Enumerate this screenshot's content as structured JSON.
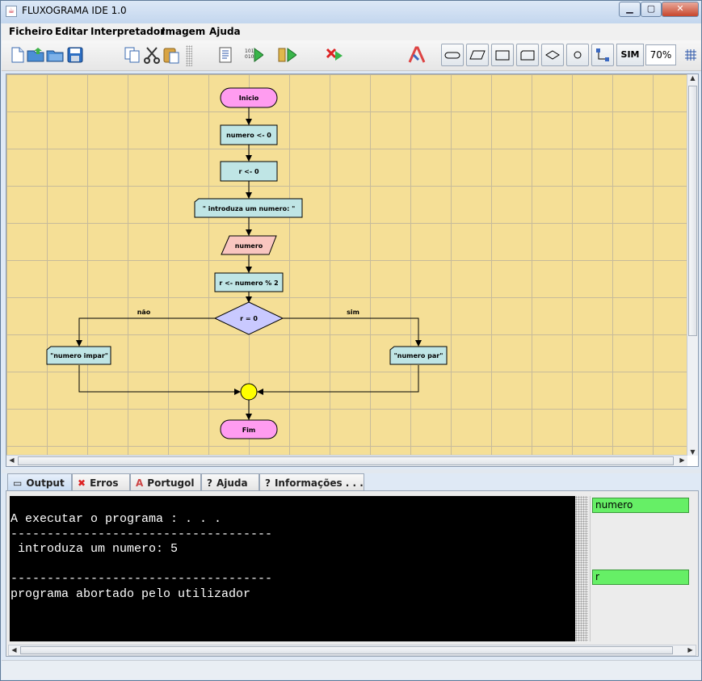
{
  "window": {
    "title": "FLUXOGRAMA IDE 1.0",
    "minimize": "▁",
    "maximize": "▢",
    "close": "✕"
  },
  "menu": [
    "Ficheiro",
    "Editar",
    "Interpretador",
    "Imagem",
    "Ajuda"
  ],
  "toolbar": {
    "sim_label": "SIM",
    "zoom": "70%"
  },
  "flowchart": {
    "start": "Inicio",
    "step1": "numero <- 0",
    "step2": "r <- 0",
    "output1": "\" introduza um numero: \"",
    "input1": "numero",
    "step3": "r <- numero % 2",
    "decision": "r = 0",
    "branch_no": "não",
    "branch_yes": "sim",
    "out_odd": "\"numero impar\"",
    "out_even": "\"numero par\"",
    "end": "Fim"
  },
  "tabs": [
    "Output",
    "Erros",
    "Portugol",
    "Ajuda",
    "Informações . . ."
  ],
  "console": {
    "line1": "A executar o programa : . . .",
    "sep1": "------------------------------------",
    "line2": " introduza um numero: 5",
    "sep2": "------------------------------------",
    "line3": "programa abortado pelo utilizador"
  },
  "variables": [
    "numero",
    "r"
  ],
  "colors": {
    "canvas_bg": "#f5df96",
    "terminal": "#ff9cf0",
    "process": "#bfe5e5",
    "io": "#f9c6c0",
    "decision": "#c9c9ff",
    "connector": "#ffff00",
    "variable": "#66ef66"
  }
}
